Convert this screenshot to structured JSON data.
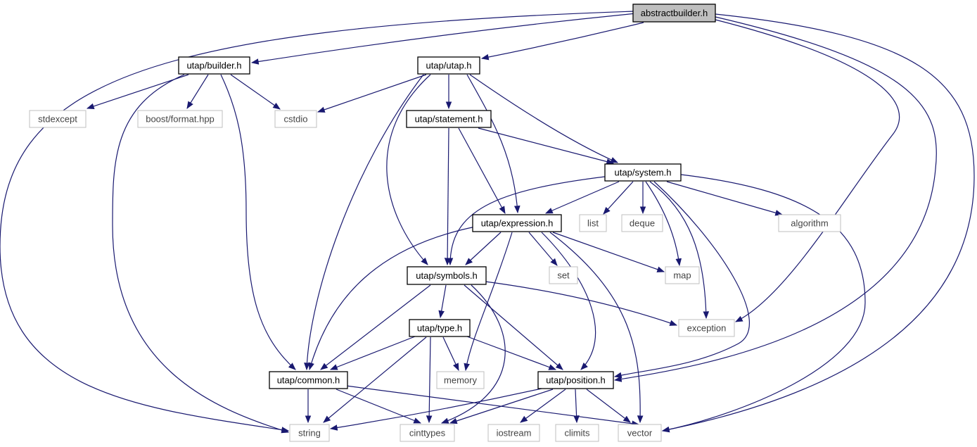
{
  "graph": {
    "colors": {
      "edge": "#191970",
      "root_fill": "#bfbfbf",
      "local_border": "#000000",
      "external_border": "#bfbfbf",
      "external_text": "#444444"
    },
    "nodes": [
      {
        "id": "abstractbuilder",
        "label": "abstractbuilder.h",
        "kind": "root"
      },
      {
        "id": "builder",
        "label": "utap/builder.h",
        "kind": "local"
      },
      {
        "id": "utap",
        "label": "utap/utap.h",
        "kind": "local"
      },
      {
        "id": "stdexcept",
        "label": "stdexcept",
        "kind": "external"
      },
      {
        "id": "boostformat",
        "label": "boost/format.hpp",
        "kind": "external"
      },
      {
        "id": "cstdio",
        "label": "cstdio",
        "kind": "external"
      },
      {
        "id": "statement",
        "label": "utap/statement.h",
        "kind": "local"
      },
      {
        "id": "system",
        "label": "utap/system.h",
        "kind": "local"
      },
      {
        "id": "expression",
        "label": "utap/expression.h",
        "kind": "local"
      },
      {
        "id": "list",
        "label": "list",
        "kind": "external"
      },
      {
        "id": "deque",
        "label": "deque",
        "kind": "external"
      },
      {
        "id": "algorithm",
        "label": "algorithm",
        "kind": "external"
      },
      {
        "id": "set",
        "label": "set",
        "kind": "external"
      },
      {
        "id": "map",
        "label": "map",
        "kind": "external"
      },
      {
        "id": "symbols",
        "label": "utap/symbols.h",
        "kind": "local"
      },
      {
        "id": "exception",
        "label": "exception",
        "kind": "external"
      },
      {
        "id": "type",
        "label": "utap/type.h",
        "kind": "local"
      },
      {
        "id": "memory",
        "label": "memory",
        "kind": "external"
      },
      {
        "id": "common",
        "label": "utap/common.h",
        "kind": "local"
      },
      {
        "id": "position",
        "label": "utap/position.h",
        "kind": "local"
      },
      {
        "id": "string",
        "label": "string",
        "kind": "external"
      },
      {
        "id": "cinttypes",
        "label": "cinttypes",
        "kind": "external"
      },
      {
        "id": "iostream",
        "label": "iostream",
        "kind": "external"
      },
      {
        "id": "climits",
        "label": "climits",
        "kind": "external"
      },
      {
        "id": "vector",
        "label": "vector",
        "kind": "external"
      }
    ],
    "edges": [
      {
        "from": "abstractbuilder",
        "to": "builder"
      },
      {
        "from": "abstractbuilder",
        "to": "utap"
      },
      {
        "from": "abstractbuilder",
        "to": "string"
      },
      {
        "from": "abstractbuilder",
        "to": "exception"
      },
      {
        "from": "abstractbuilder",
        "to": "position"
      },
      {
        "from": "abstractbuilder",
        "to": "vector"
      },
      {
        "from": "builder",
        "to": "stdexcept"
      },
      {
        "from": "builder",
        "to": "boostformat"
      },
      {
        "from": "builder",
        "to": "cstdio"
      },
      {
        "from": "builder",
        "to": "common"
      },
      {
        "from": "builder",
        "to": "string"
      },
      {
        "from": "utap",
        "to": "cstdio"
      },
      {
        "from": "utap",
        "to": "statement"
      },
      {
        "from": "utap",
        "to": "system"
      },
      {
        "from": "utap",
        "to": "expression"
      },
      {
        "from": "utap",
        "to": "symbols"
      },
      {
        "from": "utap",
        "to": "common"
      },
      {
        "from": "statement",
        "to": "system"
      },
      {
        "from": "statement",
        "to": "expression"
      },
      {
        "from": "statement",
        "to": "symbols"
      },
      {
        "from": "system",
        "to": "expression"
      },
      {
        "from": "system",
        "to": "symbols"
      },
      {
        "from": "system",
        "to": "list"
      },
      {
        "from": "system",
        "to": "deque"
      },
      {
        "from": "system",
        "to": "algorithm"
      },
      {
        "from": "system",
        "to": "map"
      },
      {
        "from": "system",
        "to": "exception"
      },
      {
        "from": "system",
        "to": "position"
      },
      {
        "from": "system",
        "to": "vector"
      },
      {
        "from": "expression",
        "to": "symbols"
      },
      {
        "from": "expression",
        "to": "set"
      },
      {
        "from": "expression",
        "to": "map"
      },
      {
        "from": "expression",
        "to": "memory"
      },
      {
        "from": "expression",
        "to": "common"
      },
      {
        "from": "expression",
        "to": "position"
      },
      {
        "from": "expression",
        "to": "vector"
      },
      {
        "from": "symbols",
        "to": "type"
      },
      {
        "from": "symbols",
        "to": "common"
      },
      {
        "from": "symbols",
        "to": "position"
      },
      {
        "from": "symbols",
        "to": "exception"
      },
      {
        "from": "symbols",
        "to": "cinttypes"
      },
      {
        "from": "type",
        "to": "common"
      },
      {
        "from": "type",
        "to": "memory"
      },
      {
        "from": "type",
        "to": "position"
      },
      {
        "from": "type",
        "to": "string"
      },
      {
        "from": "type",
        "to": "cinttypes"
      },
      {
        "from": "common",
        "to": "string"
      },
      {
        "from": "common",
        "to": "cinttypes"
      },
      {
        "from": "common",
        "to": "vector"
      },
      {
        "from": "position",
        "to": "string"
      },
      {
        "from": "position",
        "to": "cinttypes"
      },
      {
        "from": "position",
        "to": "iostream"
      },
      {
        "from": "position",
        "to": "climits"
      },
      {
        "from": "position",
        "to": "vector"
      }
    ]
  }
}
